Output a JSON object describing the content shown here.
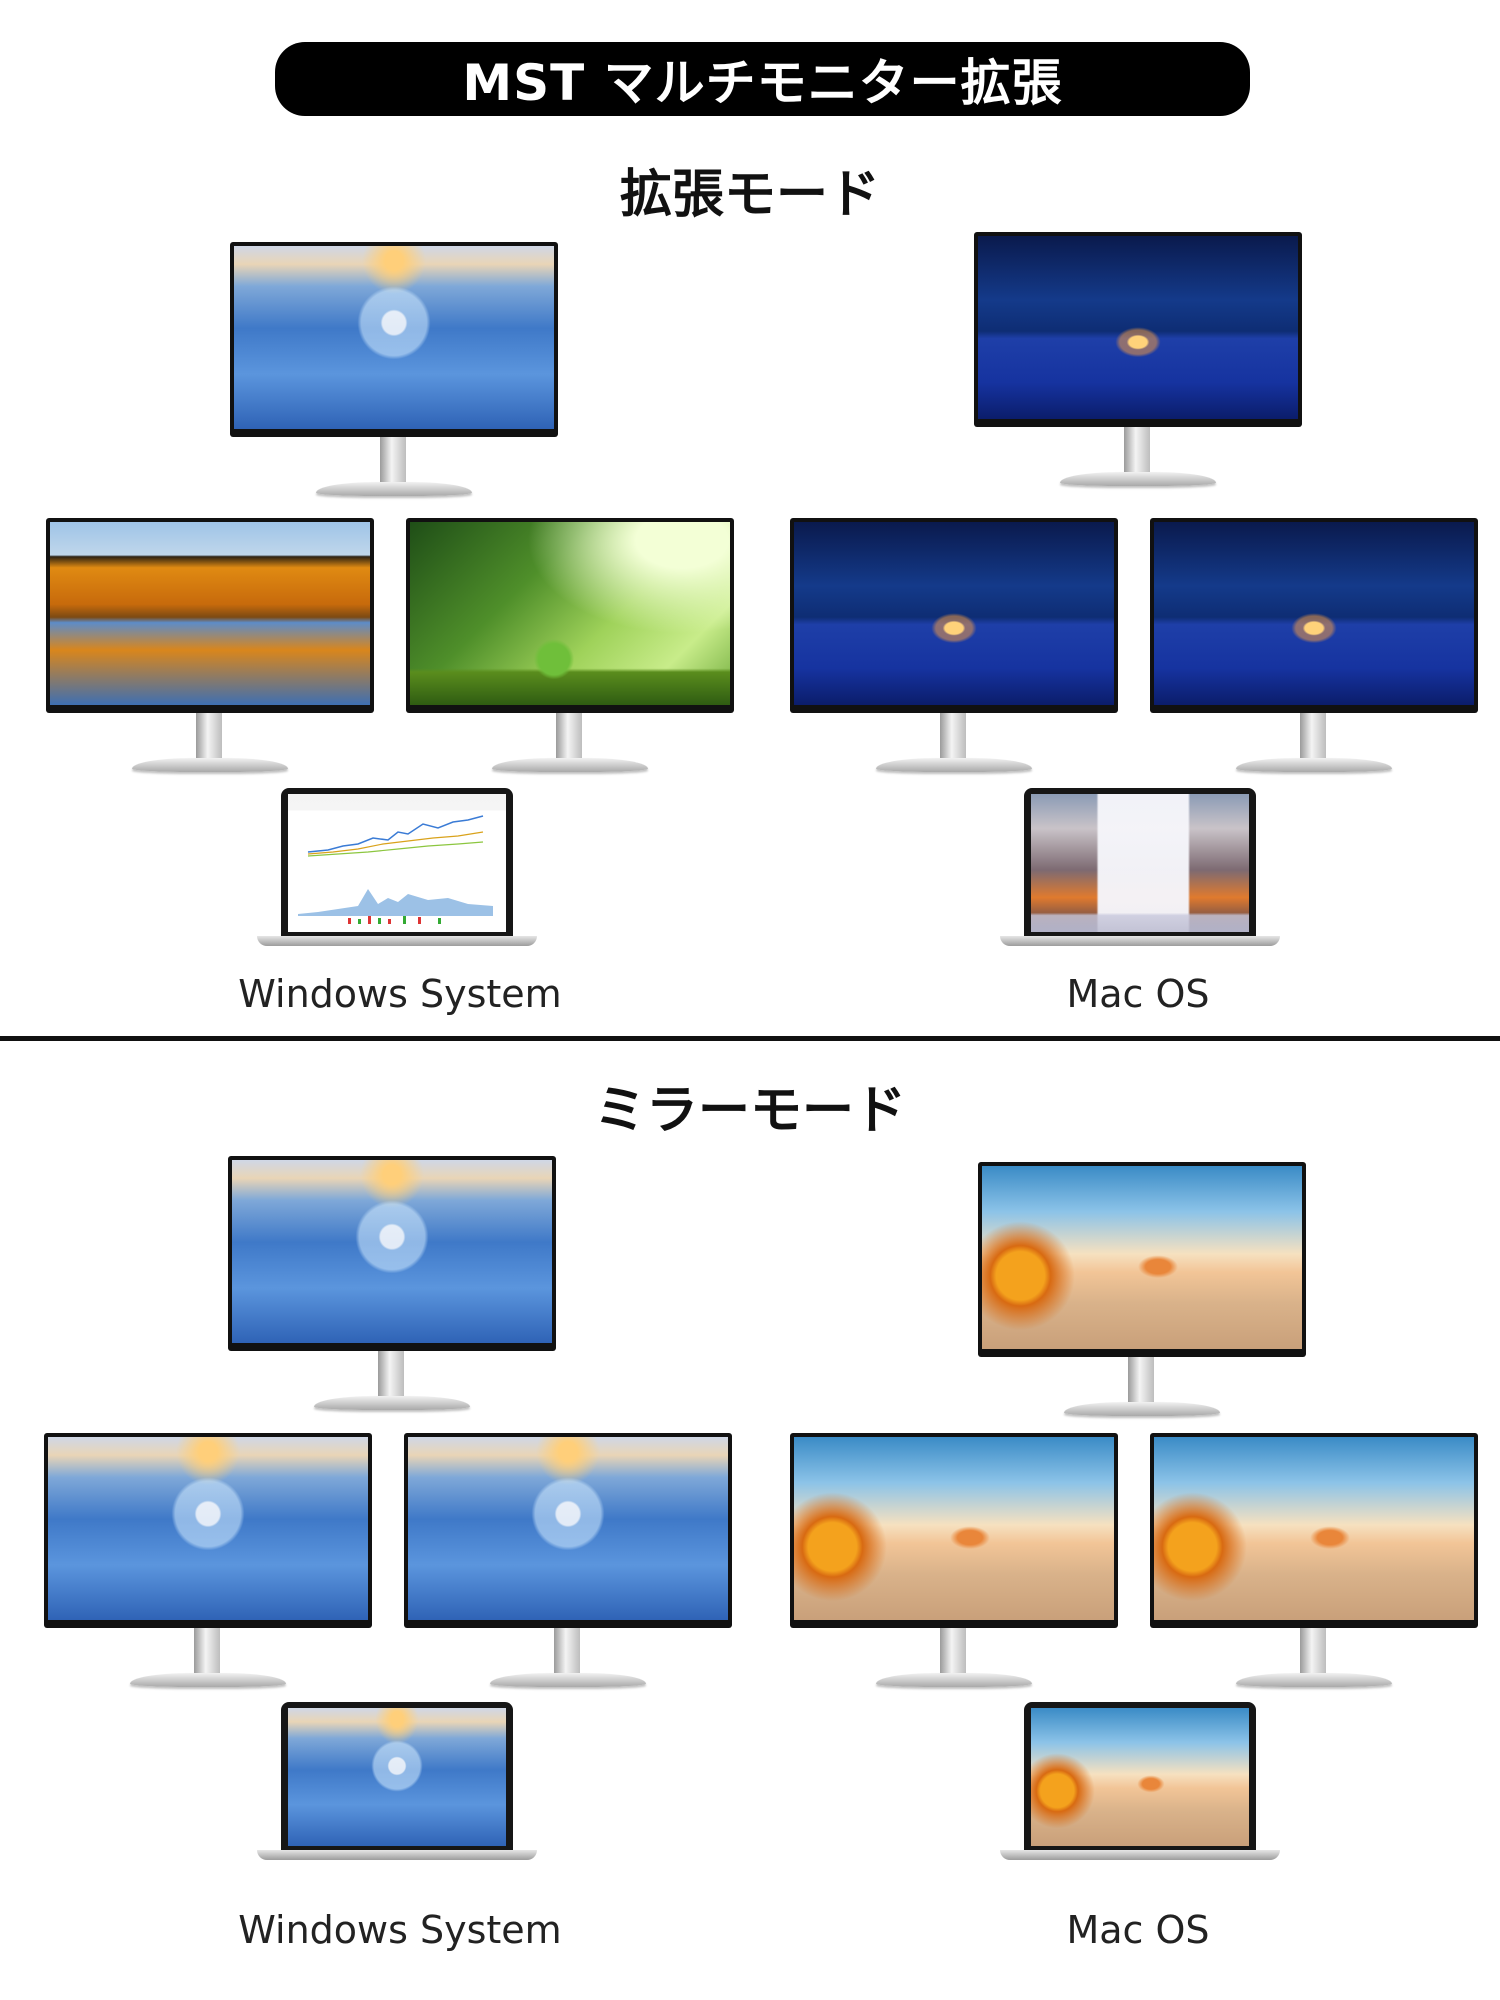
{
  "header": {
    "title": "MST マルチモニター拡張"
  },
  "sections": {
    "extend": {
      "title": "拡張モード"
    },
    "mirror": {
      "title": "ミラーモード"
    }
  },
  "labels": {
    "windows": "Windows System",
    "mac": "Mac OS"
  },
  "icons": {
    "monitor": "monitor-icon",
    "laptop": "laptop-icon"
  }
}
